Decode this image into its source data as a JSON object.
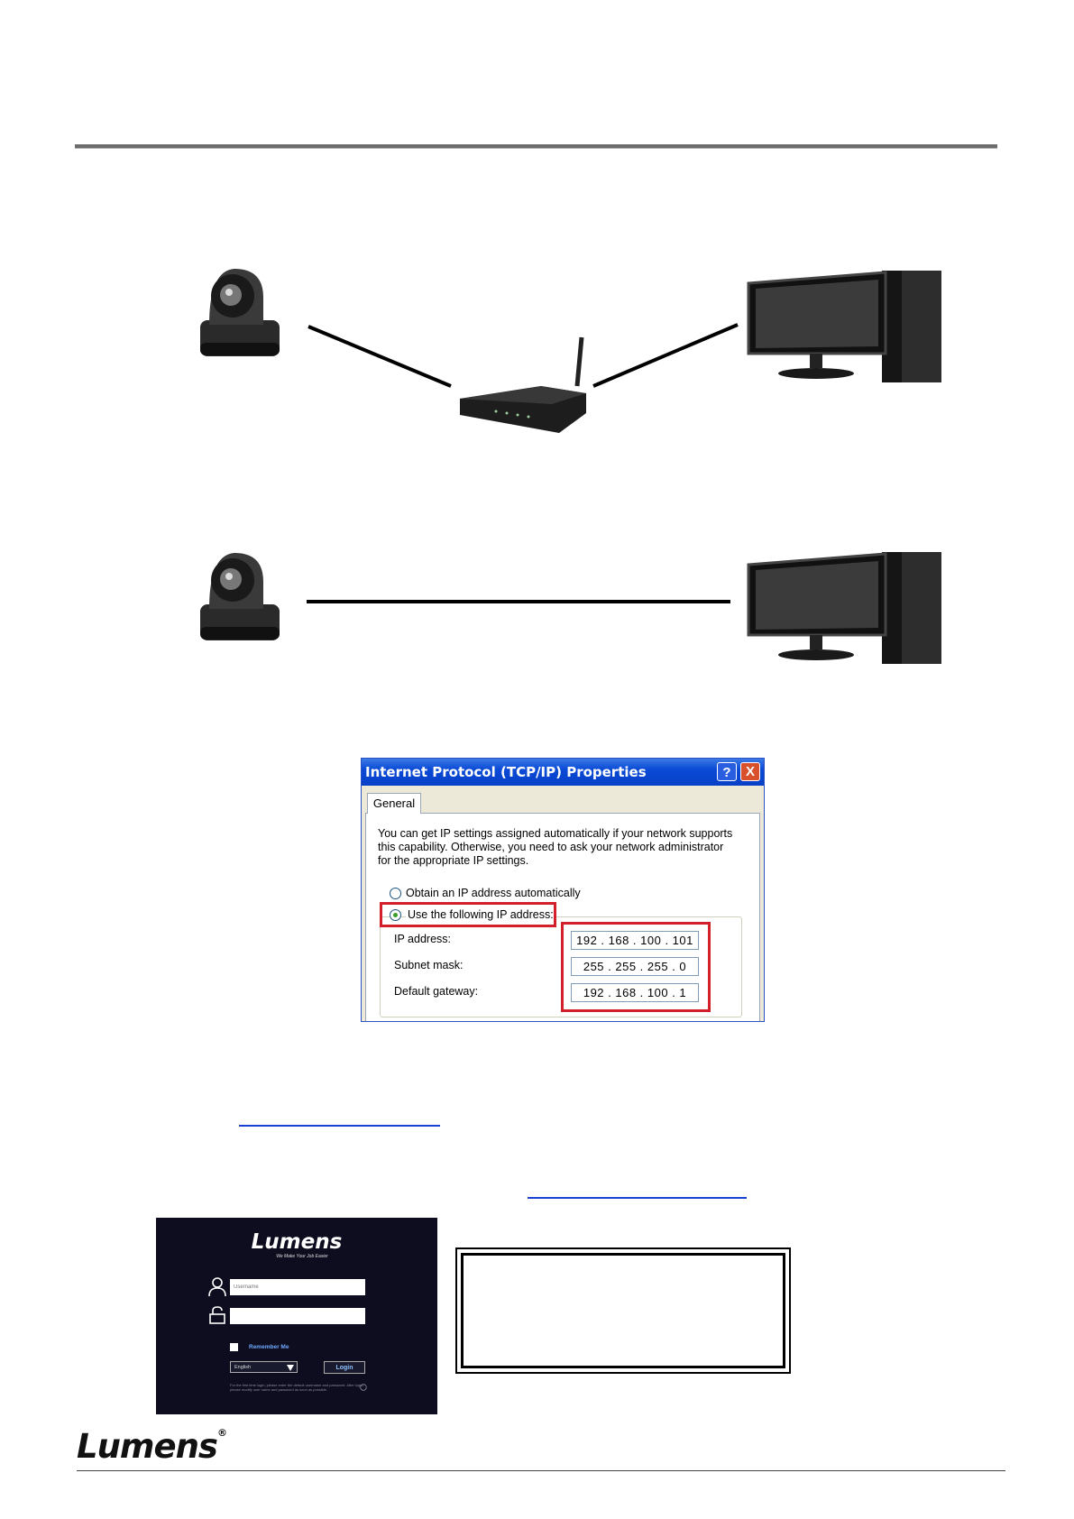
{
  "dialog": {
    "title": "Internet Protocol (TCP/IP) Properties",
    "help_button": "?",
    "close_button": "X",
    "tab_general": "General",
    "description": "You can get IP settings assigned automatically if your network supports this capability. Otherwise, you need to ask your network administrator for the appropriate IP settings.",
    "radio_auto": "Obtain an IP address automatically",
    "radio_manual": "Use the following IP address:",
    "ip_label": "IP address:",
    "ip_value": "192 . 168 . 100 . 101",
    "subnet_label": "Subnet mask:",
    "subnet_value": "255 . 255 . 255 .   0",
    "gateway_label": "Default gateway:",
    "gateway_value": "192 . 168 . 100 .   1"
  },
  "login": {
    "logo": "Lumens",
    "tagline": "We Make Your Job Easier",
    "username_placeholder": "Username",
    "remember_label": "Remember Me",
    "language_value": "English",
    "login_button": "Login",
    "note": "For the first time login, please enter the default username and password. After login, please modify user name and password as soon as possible."
  },
  "footer": {
    "logo": "Lumens"
  },
  "colors": {
    "highlight_red": "#d21f2a",
    "link_blue": "#1a3fd4",
    "dialog_blue": "#0a4ad6",
    "login_bg": "#0d0d1f"
  }
}
